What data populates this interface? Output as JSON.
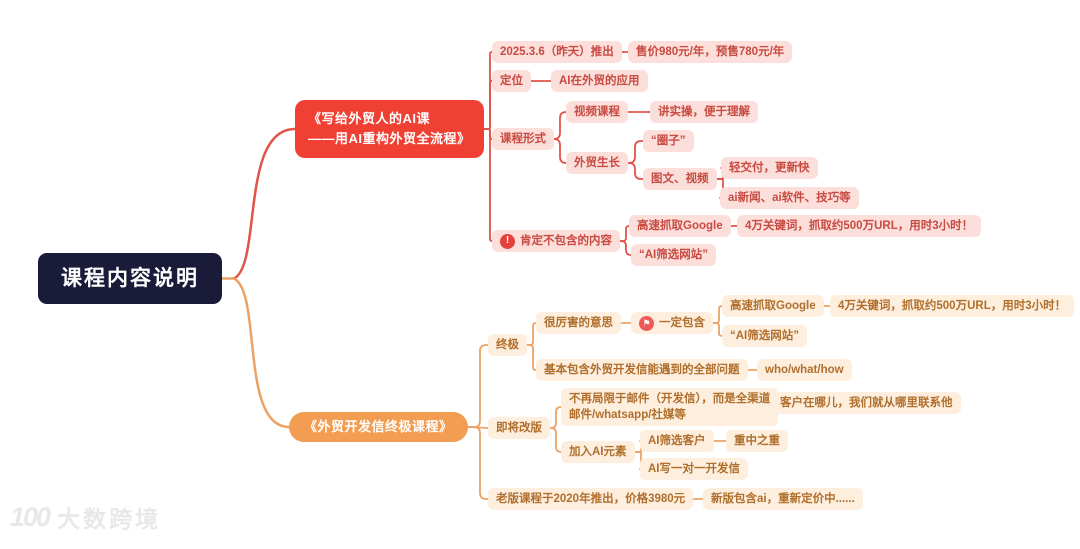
{
  "root": {
    "label": "课程内容说明"
  },
  "branch_ai": {
    "title": "《写给外贸人的AI课\n——用AI重构外贸全流程》",
    "launch": "2025.3.6（昨天）推出",
    "price": "售价980元/年，预售780元/年",
    "positioning": "定位",
    "positioning_detail": "AI在外贸的应用",
    "format": "课程形式",
    "video_course": "视频课程",
    "video_course_detail": "讲实操，便于理解",
    "growth": "外贸生长",
    "circle": "“圈子”",
    "graphic_video": "图文、视频",
    "light_delivery": "轻交付，更新快",
    "ai_news": "ai新闻、ai软件、技巧等",
    "not_included": "肯定不包含的内容",
    "google_scrape": "高速抓取Google",
    "google_scrape_detail": "4万关键词，抓取约500万URL，用时3小时！",
    "ai_filter_site": "“AI筛选网站”"
  },
  "branch_ultimate": {
    "title": "《外贸开发信终极课程》",
    "ultimate": "终极",
    "awesome": "很厉害的意思",
    "must_include": "一定包含",
    "google_scrape": "高速抓取Google",
    "google_scrape_detail": "4万关键词，抓取约500万URL，用时3小时！",
    "ai_filter_site": "“AI筛选网站”",
    "covers_all": "基本包含外贸开发信能遇到的全部问题",
    "www": "who/what/how",
    "revamp": "即将改版",
    "omnichannel": "不再局限于邮件（开发信），而是全渠道\n邮件/whatsapp/社媒等",
    "contact_anywhere": "客户在哪儿，我们就从哪里联系他",
    "add_ai": "加入AI元素",
    "ai_filter_customers": "AI筛选客户",
    "top_priority": "重中之重",
    "ai_one_to_one": "AI写一对一开发信",
    "old_version": "老版课程于2020年推出，价格3980元",
    "new_version": "新版包含ai，重新定价中......"
  },
  "icons": {
    "not_included_badge": "!",
    "must_include_badge": "⚑"
  },
  "watermark": {
    "logo": "100",
    "text": "大数跨境"
  },
  "colors": {
    "root_bg": "#1a1b38",
    "red_main": "#f04034",
    "red_leaf_bg": "#fcdedb",
    "red_text": "#c84b42",
    "red_line": "#e0544a",
    "orange_main": "#f29d52",
    "orange_leaf_bg": "#fdeede",
    "orange_text": "#b06f2c",
    "orange_line": "#eba267",
    "excl_badge": "#e5413c",
    "flag_badge": "#ee5a57"
  }
}
